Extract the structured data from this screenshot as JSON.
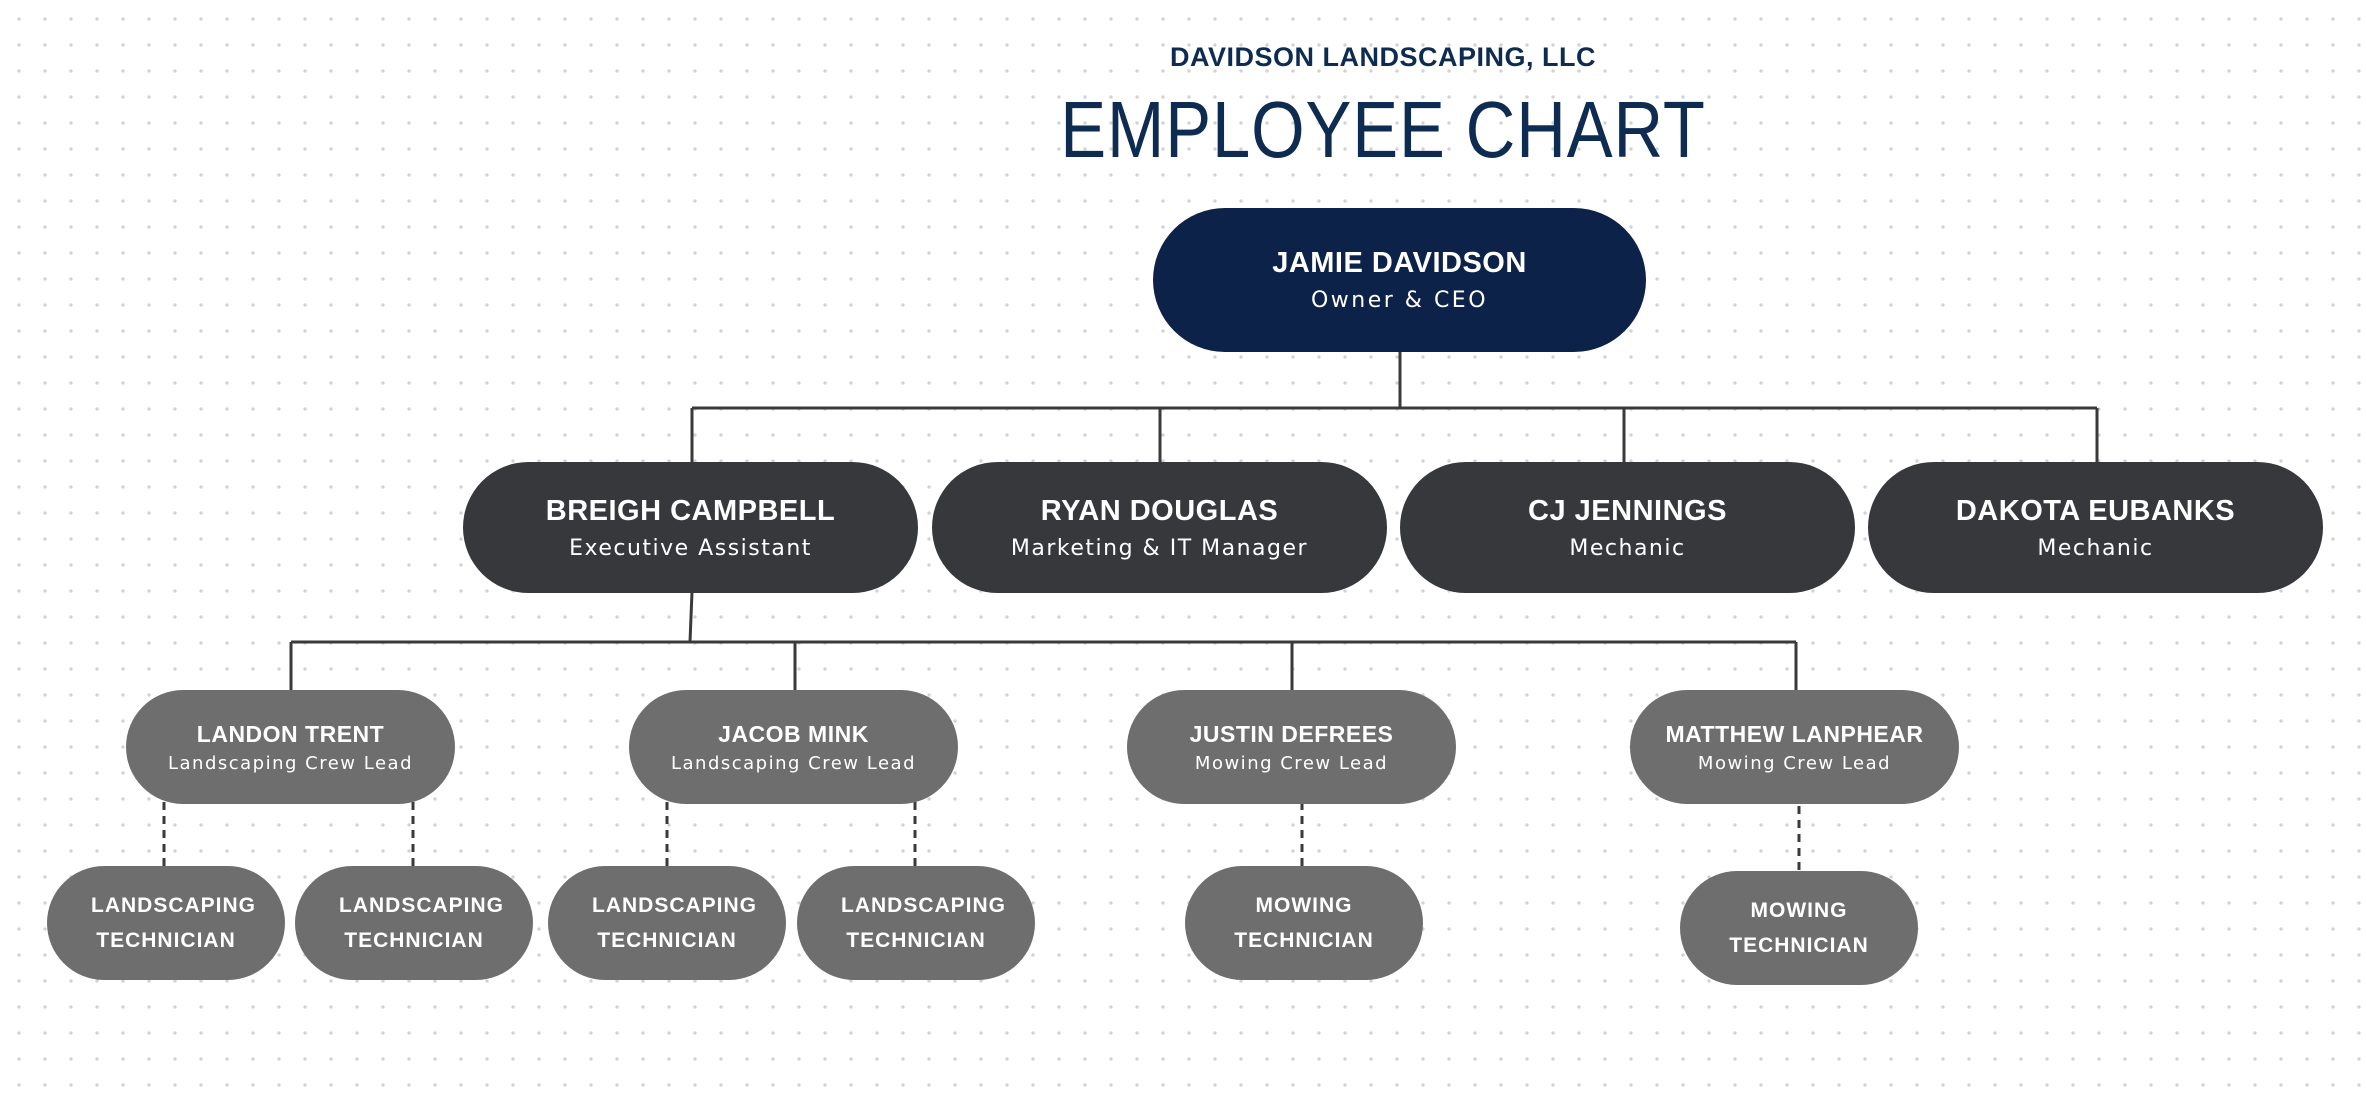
{
  "header": {
    "company": "DAVIDSON LANDSCAPING, LLC",
    "title": "EMPLOYEE CHART"
  },
  "colors": {
    "ceo": "#0c2248",
    "manager": "#36383c",
    "lead": "#6e6e6e",
    "title": "#0e2b52"
  },
  "ceo": {
    "name": "JAMIE DAVIDSON",
    "role": "Owner & CEO"
  },
  "managers": [
    {
      "name": "BREIGH CAMPBELL",
      "role": "Executive Assistant"
    },
    {
      "name": "RYAN DOUGLAS",
      "role": "Marketing & IT Manager"
    },
    {
      "name": "CJ JENNINGS",
      "role": "Mechanic"
    },
    {
      "name": "DAKOTA EUBANKS",
      "role": "Mechanic"
    }
  ],
  "leads": [
    {
      "name": "LANDON TRENT",
      "role": "Landscaping Crew Lead"
    },
    {
      "name": "JACOB MINK",
      "role": "Landscaping Crew Lead"
    },
    {
      "name": "JUSTIN DEFREES",
      "role": "Mowing Crew Lead"
    },
    {
      "name": "MATTHEW LANPHEAR",
      "role": "Mowing Crew Lead"
    }
  ],
  "technicians": [
    "LANDSCAPING TECHNICIAN",
    "LANDSCAPING TECHNICIAN",
    "LANDSCAPING TECHNICIAN",
    "LANDSCAPING TECHNICIAN",
    "MOWING TECHNICIAN",
    "MOWING TECHNICIAN"
  ]
}
